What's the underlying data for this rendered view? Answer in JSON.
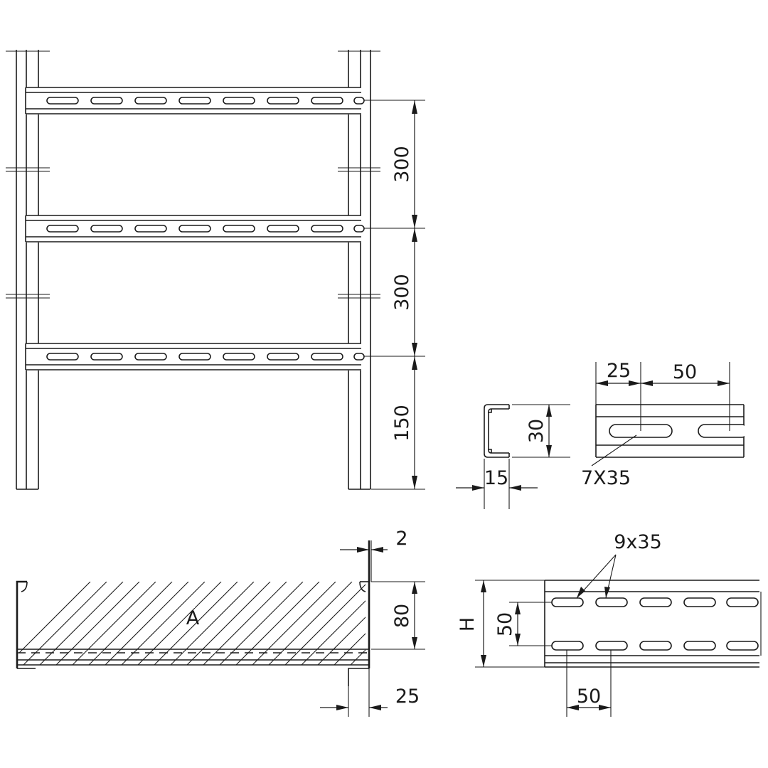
{
  "ladder_elevation": {
    "dim_spacing_top": "300",
    "dim_spacing_mid": "300",
    "dim_bottom": "150"
  },
  "rung_profile_section": {
    "dim_height": "30",
    "dim_width": "15"
  },
  "rung_slot_detail": {
    "dim_offset": "25",
    "dim_pitch": "50",
    "slot_size": "7X35"
  },
  "side_rail_section": {
    "area_label": "A",
    "dim_thickness": "2",
    "dim_height": "80",
    "dim_flange": "25"
  },
  "side_rail_elevation": {
    "height_symbol": "H",
    "slot_size": "9x35",
    "dim_row_spacing": "50",
    "dim_pitch": "50"
  }
}
